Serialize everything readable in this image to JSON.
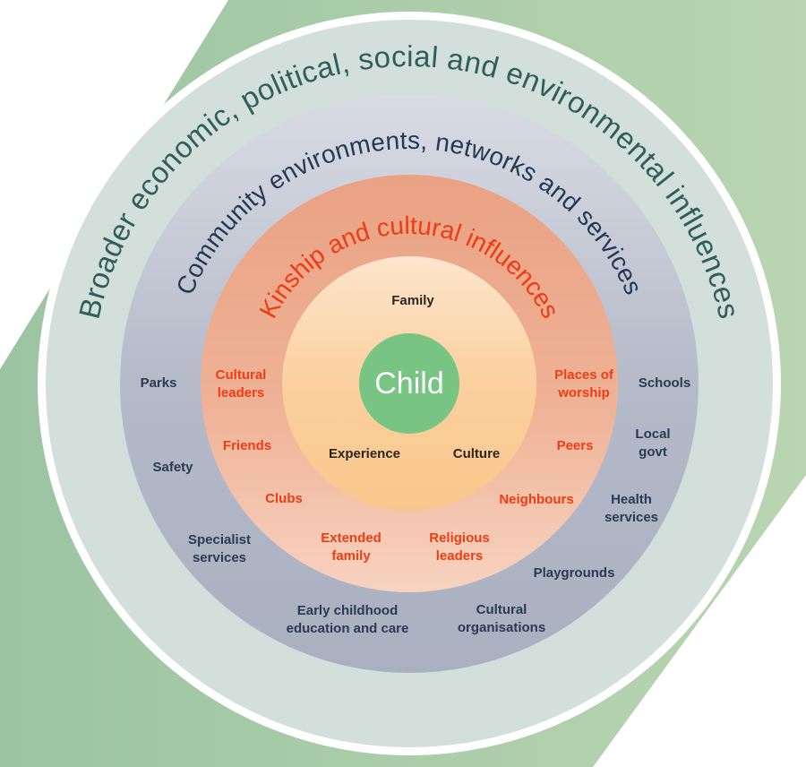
{
  "diagram": {
    "type": "concentric-circles",
    "colors": {
      "background_shape": "#a4c7a3",
      "outer_ring": "#d3e0dc",
      "community_ring": "#aeb4c4",
      "kinship_ring": "#eba788",
      "family_circle": "#fbcf9a",
      "child_circle": "#78c482",
      "outer_text": "#2f5f58",
      "community_text": "#233852",
      "kinship_text": "#ef3b12"
    },
    "outer_ring": {
      "title": "Broader economic, political, social and environmental influences"
    },
    "community_ring": {
      "title": "Community environments, networks and services",
      "items": [
        "Parks",
        "Safety",
        "Specialist\nservices",
        "Early childhood\neducation and care",
        "Cultural\norganisations",
        "Playgrounds",
        "Health\nservices",
        "Local\ngovt",
        "Schools"
      ]
    },
    "kinship_ring": {
      "title": "Kinship and cultural influences",
      "items": [
        "Cultural\nleaders",
        "Friends",
        "Clubs",
        "Extended\nfamily",
        "Religious\nleaders",
        "Neighbours",
        "Peers",
        "Places of\nworship"
      ]
    },
    "family_circle": {
      "items": [
        "Family",
        "Experience",
        "Culture"
      ]
    },
    "center": {
      "label": "Child"
    }
  }
}
